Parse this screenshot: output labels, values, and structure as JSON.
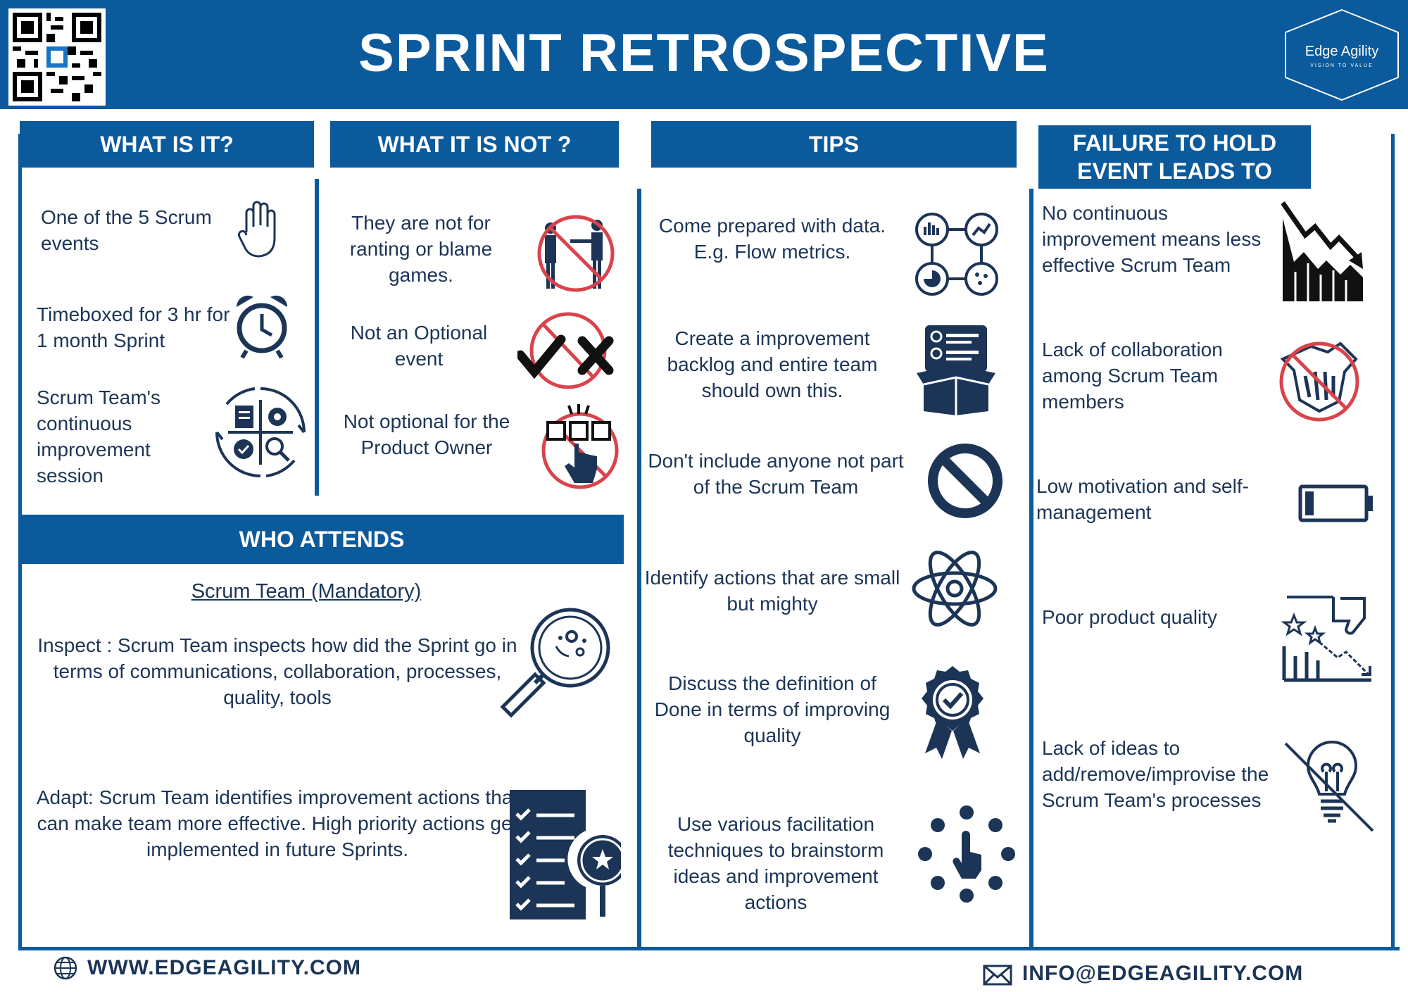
{
  "header": {
    "title": "SPRINT RETROSPECTIVE",
    "logo_name": "Edge Agility",
    "logo_tagline": "VISION TO VALUE"
  },
  "what_is_it": {
    "heading": "WHAT IS IT?",
    "items": [
      {
        "text": "One of the 5 Scrum events",
        "icon": "raised-hand-icon"
      },
      {
        "text": "Timeboxed for 3 hr for 1 month Sprint",
        "icon": "alarm-clock-icon"
      },
      {
        "text": "Scrum Team's continuous improvement session",
        "icon": "improvement-cycle-icon"
      }
    ]
  },
  "what_it_is_not": {
    "heading": "WHAT IT IS NOT ?",
    "items": [
      {
        "text": "They are not for ranting or blame games.",
        "icon": "no-blame-icon"
      },
      {
        "text": "Not an Optional event",
        "icon": "no-optional-icon"
      },
      {
        "text": "Not optional for the Product Owner",
        "icon": "no-choice-icon"
      }
    ]
  },
  "tips": {
    "heading": "TIPS",
    "items": [
      {
        "text": "Come prepared with data. E.g. Flow metrics.",
        "icon": "data-metrics-icon"
      },
      {
        "text": "Create a improvement backlog and entire team should own this.",
        "icon": "backlog-box-icon"
      },
      {
        "text": "Don't include anyone not part of the Scrum Team",
        "icon": "prohibited-icon"
      },
      {
        "text": "Identify actions that are small but mighty",
        "icon": "atom-icon"
      },
      {
        "text": "Discuss the definition of Done in terms of improving quality",
        "icon": "quality-badge-icon"
      },
      {
        "text": "Use various facilitation techniques to brainstorm ideas and improvement actions",
        "icon": "facilitation-icon"
      }
    ]
  },
  "failure": {
    "heading": "FAILURE TO HOLD EVENT LEADS TO",
    "items": [
      {
        "text": "No continuous improvement means less effective Scrum Team",
        "icon": "declining-chart-icon"
      },
      {
        "text": "Lack of collaboration among Scrum Team members",
        "icon": "no-collaboration-icon"
      },
      {
        "text": "Low motivation and self-management",
        "icon": "low-battery-icon"
      },
      {
        "text": "Poor product quality",
        "icon": "thumbs-down-icon"
      },
      {
        "text": "Lack of ideas to add/remove/improvise the Scrum Team's processes",
        "icon": "no-ideas-bulb-icon"
      }
    ]
  },
  "who_attends": {
    "heading": "WHO ATTENDS",
    "subheading": "Scrum Team (Mandatory)",
    "inspect": {
      "text": "Inspect : Scrum Team inspects how did the Sprint go in terms of communications, collaboration, processes, quality, tools",
      "icon": "magnifier-inspect-icon"
    },
    "adapt": {
      "text": "Adapt: Scrum Team identifies improvement actions that can make team more effective. High priority actions get implemented in future Sprints.",
      "icon": "checklist-search-icon"
    }
  },
  "footer": {
    "website": "WWW.EDGEAGILITY.COM",
    "email": "INFO@EDGEAGILITY.COM"
  },
  "colors": {
    "brand_blue": "#0b5a9c",
    "text_navy": "#1c3557",
    "prohibit_red": "#d9434b"
  }
}
